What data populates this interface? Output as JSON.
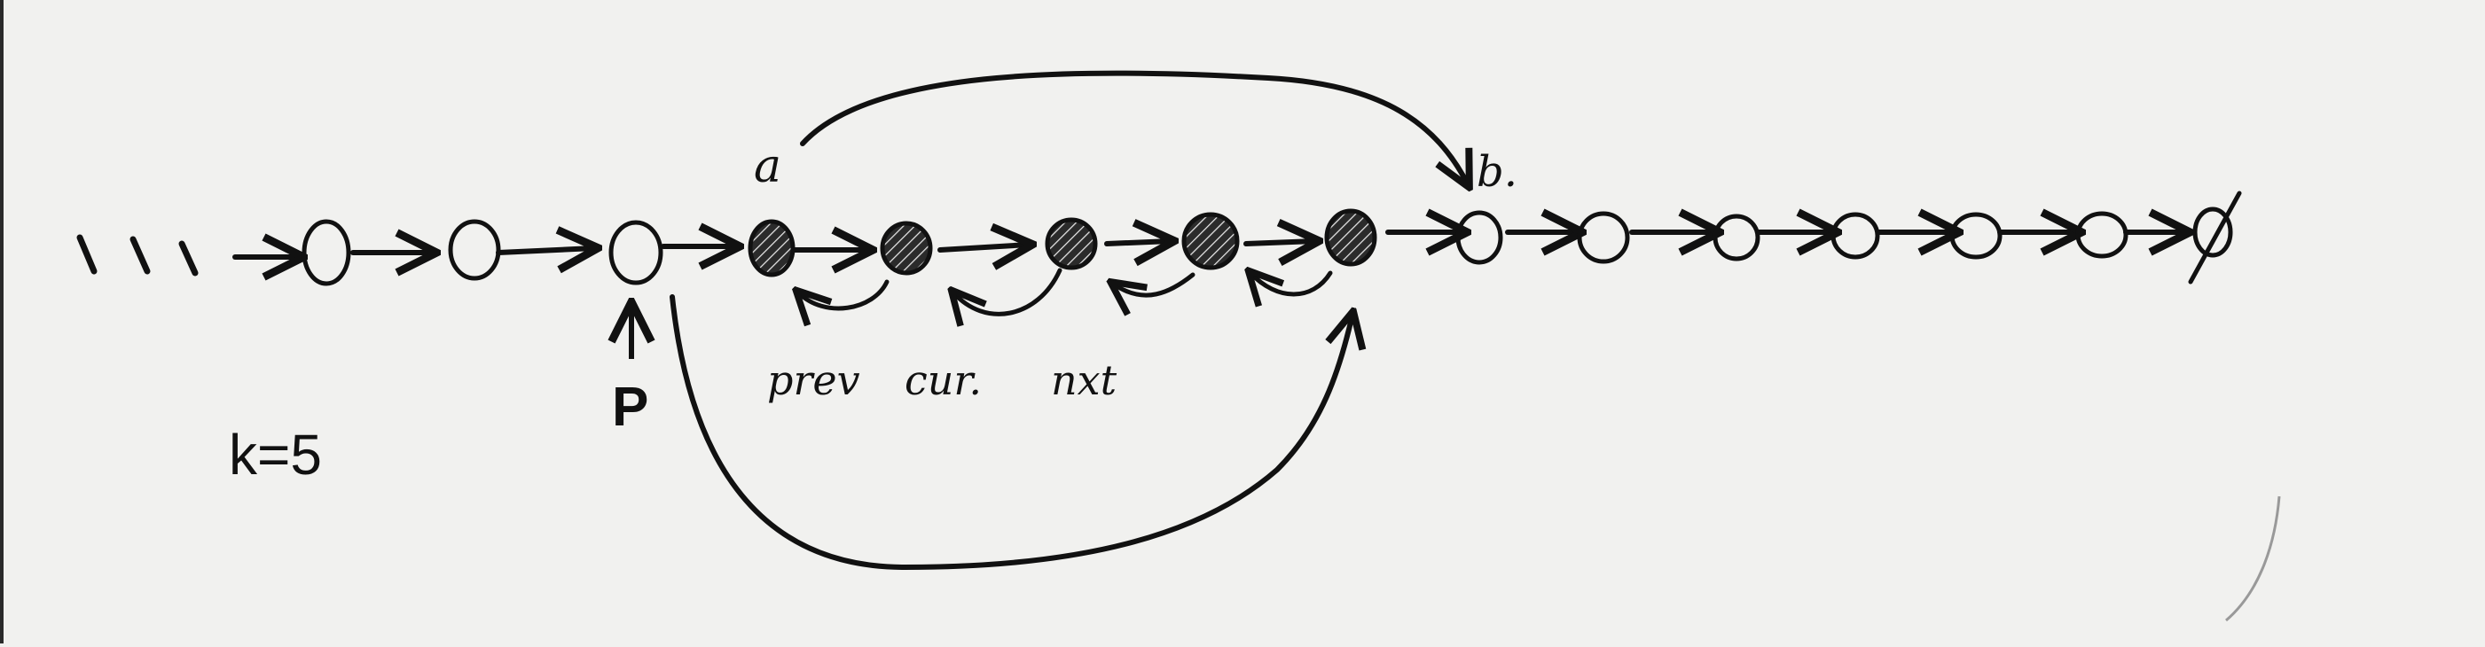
{
  "diagram": {
    "leading_marks": "\\ \\ \\",
    "k_label": "k=5",
    "pointer_labels": {
      "p": "P",
      "a": "a",
      "b": "b.",
      "prev": "prev",
      "cur": "cur.",
      "nxt": "nxt"
    },
    "null_symbol": "ϕ",
    "node_count": 15,
    "hatched_nodes": [
      4,
      5,
      6,
      7,
      8
    ],
    "reverse_arrows_count": 4
  },
  "colors": {
    "ink": "#111111",
    "paper": "#f1f1ef"
  }
}
